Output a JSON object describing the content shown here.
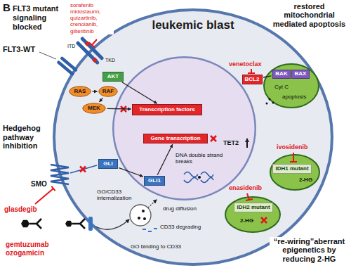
{
  "diagram": {
    "nodes": [
      {
        "text": [
          "leukemic blast"
        ]
      },
      {
        "text": [
          "AKT"
        ],
        "in": 0
      },
      {
        "text": [
          "RAS"
        ],
        "in": 0
      },
      {
        "text": [
          "RAF"
        ],
        "in": 0
      },
      {
        "text": [
          "MEK"
        ],
        "in": 0
      },
      {
        "text": [
          "GLI"
        ],
        "in": 0
      },
      {
        "text": [
          "DNA double strand breaks",
          "TET2"
        ],
        "in": 0
      },
      {
        "text": [
          "Transcription factors"
        ],
        "in": 6
      },
      {
        "text": [
          "Gene transcription"
        ],
        "in": 6
      },
      {
        "text": [
          "GLI1"
        ],
        "in": 6
      },
      {
        "text": [
          "BCL2"
        ],
        "in": 0
      },
      {
        "text": [
          "Cyt C",
          "apoptosis"
        ],
        "in": 0
      },
      {
        "text": [
          "BAK"
        ],
        "in": 11
      },
      {
        "text": [
          "BAX"
        ],
        "in": 11
      },
      {
        "text": [
          "2-HG"
        ],
        "in": 0
      },
      {
        "text": [
          "IDH1 mutant"
        ],
        "in": 14
      },
      {
        "text": [
          "2-HG"
        ],
        "in": 0
      },
      {
        "text": [
          "IDH2 mutant"
        ],
        "in": 16
      }
    ],
    "edges": [
      {
        "from": 2,
        "to": 3,
        "arrow": "to"
      },
      {
        "from": 3,
        "to": 4,
        "arrow": "to"
      },
      {
        "from": 4,
        "to": 7,
        "arrow": "to"
      },
      {
        "from": 1,
        "to": 7,
        "arrow": "to"
      },
      {
        "from": 5,
        "to": 9,
        "arrow": "to"
      },
      {
        "from": 9,
        "to": 8,
        "arrow": "to"
      },
      {
        "from": 10,
        "to": 12,
        "arrow": "none"
      }
    ],
    "labels": [
      "B",
      "FLT3 mutant signaling blocked",
      "FLT3-WT",
      "sorafenib midostaurin, quizartinib, crenolanib, gilteritinib",
      "ITD",
      "TKD",
      "restored mitochondrial mediated apoptosis",
      "venetoclax",
      "Hedgehog pathway inhibition",
      "SMO",
      "glasdegib",
      "gemtuzumab ozogamicin",
      "GO/CD33 internalization",
      "drug diffusion",
      "CD33 degrading",
      "GO binding to CD33",
      "ivosidenib",
      "enasidenib",
      "“re-wiring”aberrant epigenetics by reducing 2-HG"
    ]
  }
}
